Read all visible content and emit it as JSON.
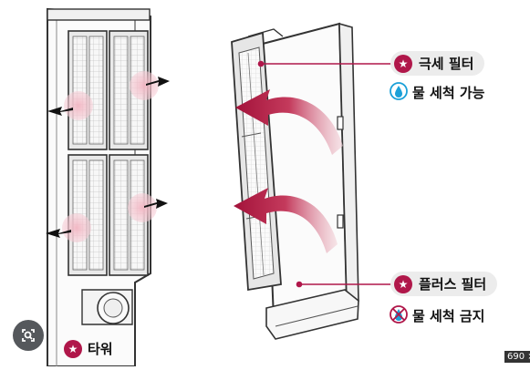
{
  "labels": {
    "fine_filter": "극세 필터",
    "fine_filter_note": "물 세척 가능",
    "plus_filter": "플러스 필터",
    "plus_filter_note": "물 세척 금지",
    "tower": "타워"
  },
  "corner_tag": "690 ×",
  "colors": {
    "accent": "#b0174a",
    "arrow_red": "#b3163f",
    "pill_bg": "#ececec",
    "water_ok": "#1aa0d8",
    "water_no": "#b0174a"
  },
  "icons": {
    "star": "★",
    "water_ok": "water-drop-icon",
    "water_no": "no-water-icon",
    "lens": "lens-search-icon"
  }
}
